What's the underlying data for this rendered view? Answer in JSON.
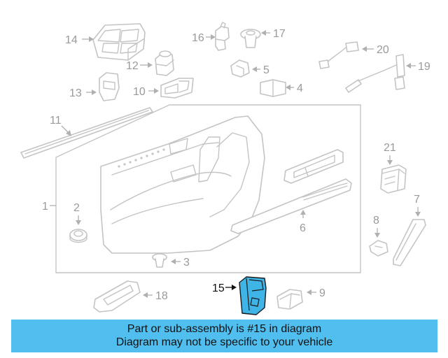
{
  "diagram": {
    "callouts": {
      "c1": "1",
      "c2": "2",
      "c3": "3",
      "c4": "4",
      "c5": "5",
      "c6": "6",
      "c7": "7",
      "c8": "8",
      "c9": "9",
      "c10": "10",
      "c11": "11",
      "c12": "12",
      "c13": "13",
      "c14": "14",
      "c15": "15",
      "c16": "16",
      "c17": "17",
      "c18": "18",
      "c19": "19",
      "c20": "20",
      "c21": "21"
    },
    "highlight_color": "#3fb4e6",
    "line_color": "#c4c4c4"
  },
  "banner": {
    "line1": "Part or sub-assembly is #15 in diagram",
    "line2": "Diagram may not be specific to your vehicle",
    "background": "#50bff0"
  }
}
